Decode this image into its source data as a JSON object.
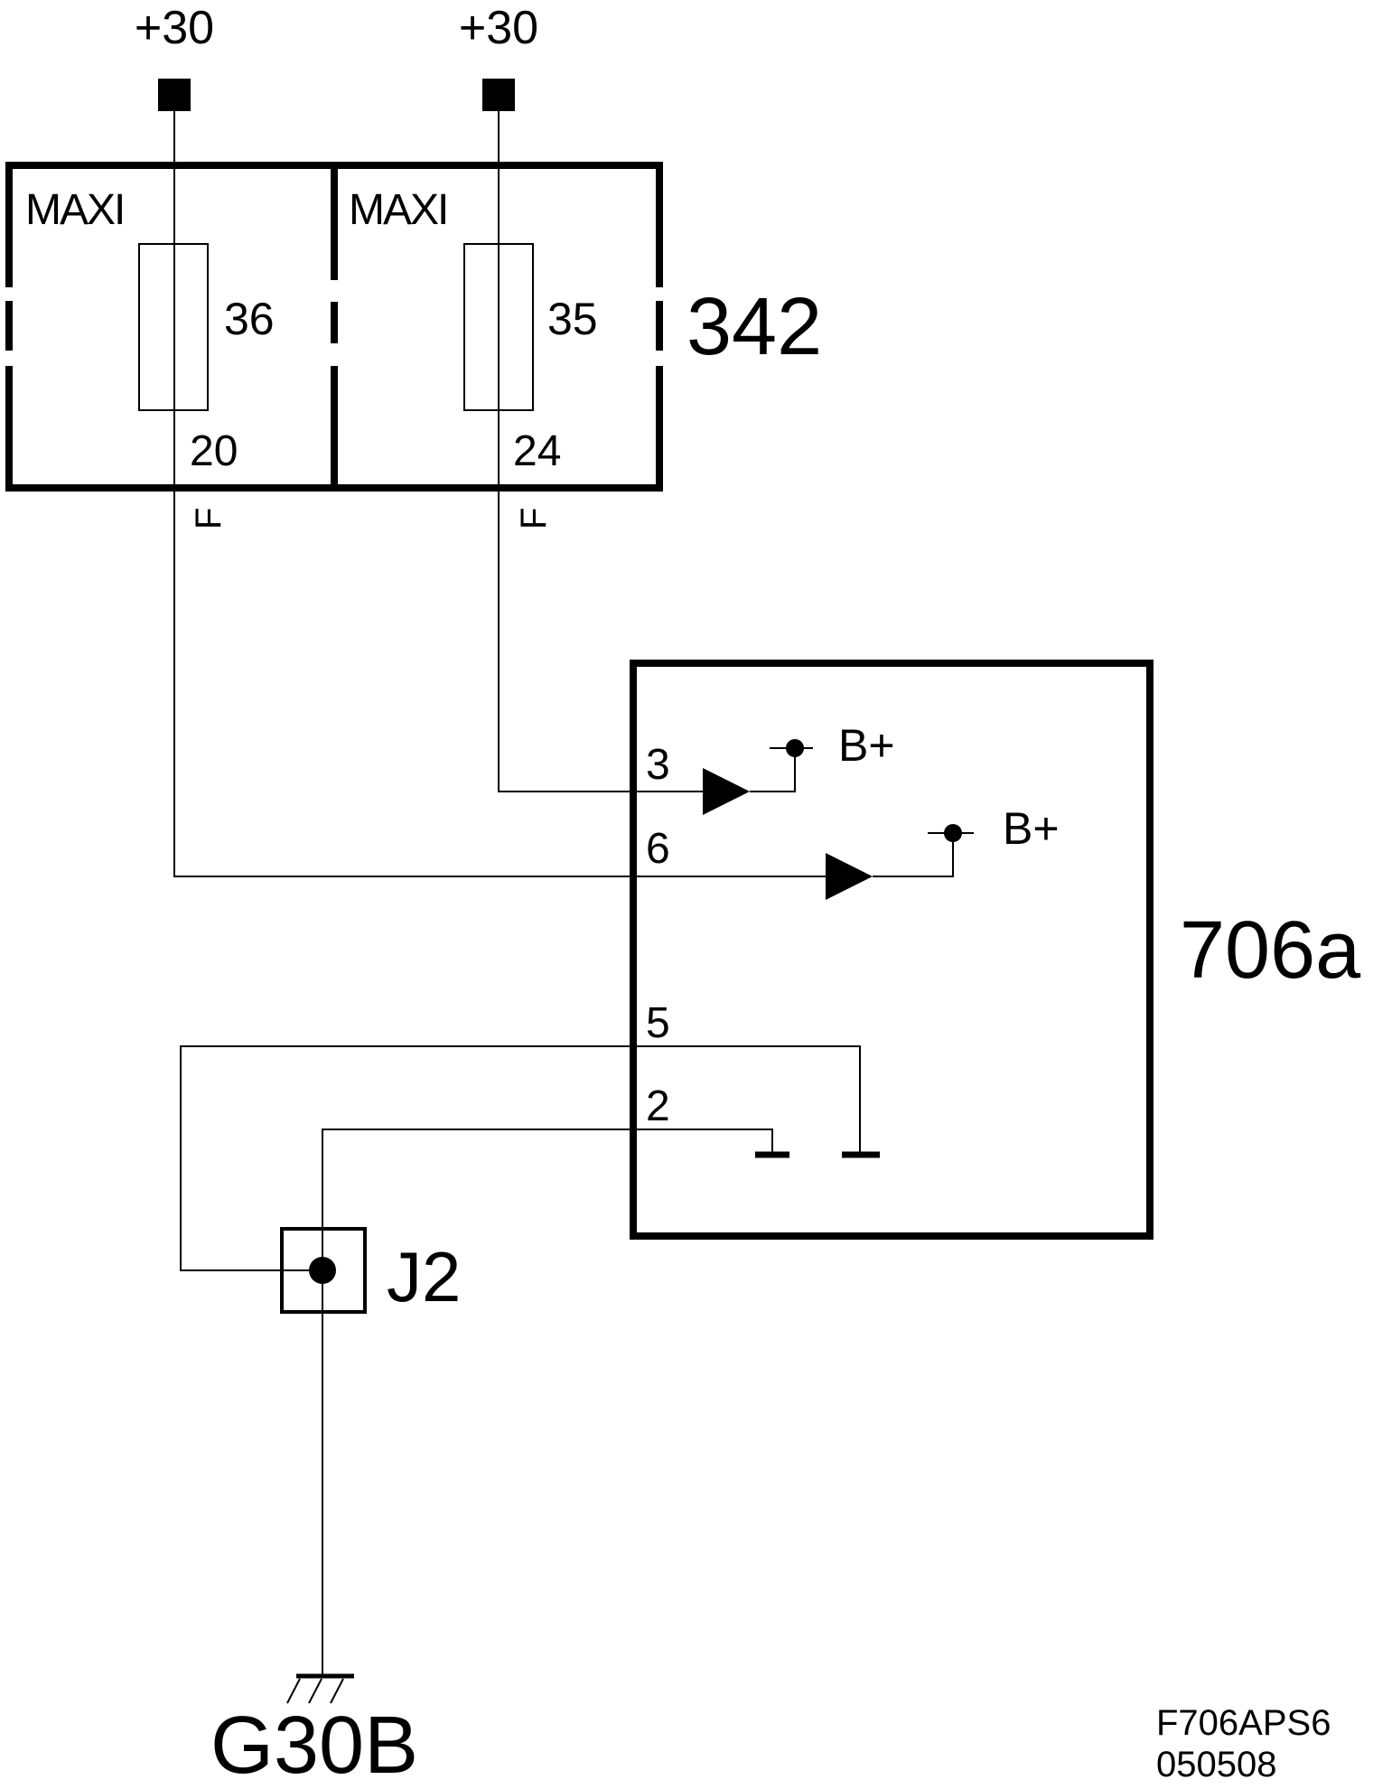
{
  "supply": [
    {
      "label": "+30"
    },
    {
      "label": "+30"
    }
  ],
  "fuse_box": {
    "id": "342",
    "fuses": [
      {
        "type": "MAXI",
        "number": "36",
        "pin": "20",
        "connector": "F"
      },
      {
        "type": "MAXI",
        "number": "35",
        "pin": "24",
        "connector": "F"
      }
    ]
  },
  "module": {
    "id": "706a",
    "pins": [
      {
        "number": "3",
        "output": "B+"
      },
      {
        "number": "6",
        "output": "B+"
      },
      {
        "number": "5"
      },
      {
        "number": "2"
      }
    ]
  },
  "junction": {
    "label": "J2"
  },
  "ground": {
    "label": "G30B"
  },
  "footer": {
    "code": "F706APS6",
    "date": "050508"
  },
  "colors": {
    "line": "#000000",
    "background": "#ffffff"
  }
}
